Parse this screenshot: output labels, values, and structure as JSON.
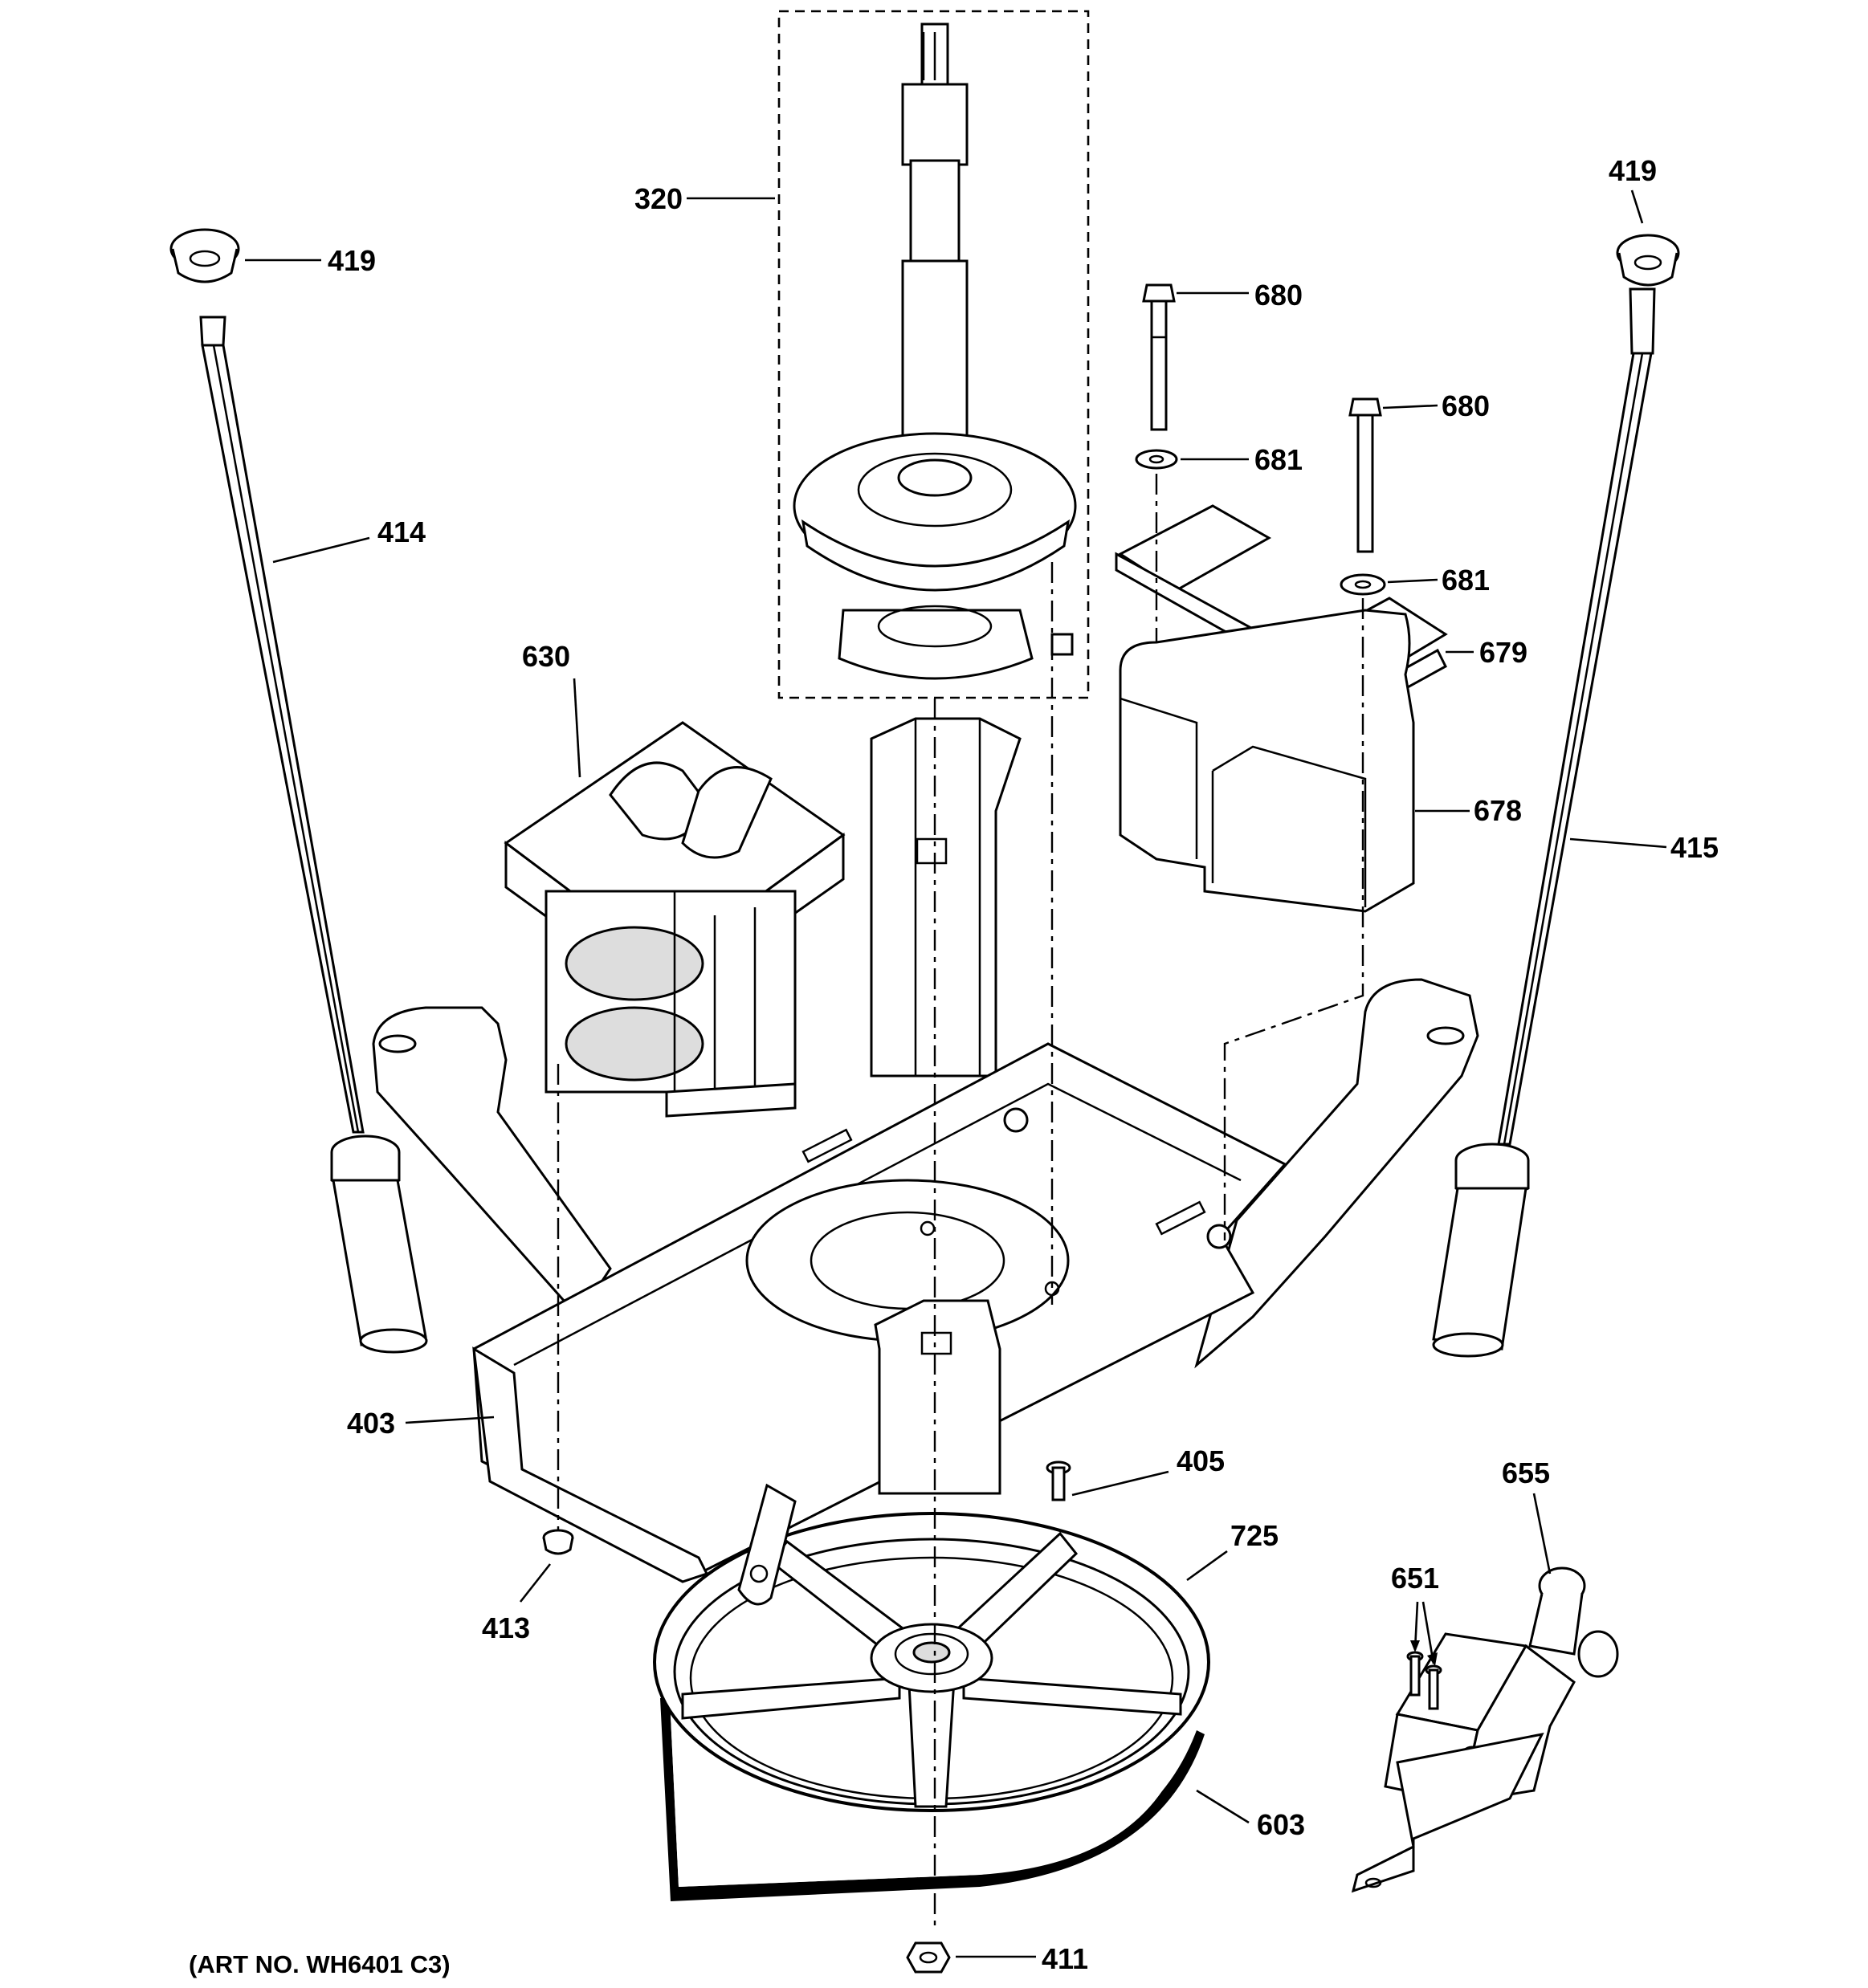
{
  "diagram": {
    "art_number": "(ART NO. WH6401 C3)",
    "callouts": {
      "c320": "320",
      "c419_left": "419",
      "c419_right": "419",
      "c414": "414",
      "c415": "415",
      "c680_top": "680",
      "c680_mid": "680",
      "c681_top": "681",
      "c681_mid": "681",
      "c679": "679",
      "c678": "678",
      "c630": "630",
      "c403": "403",
      "c405": "405",
      "c413": "413",
      "c725": "725",
      "c655": "655",
      "c651": "651",
      "c603": "603",
      "c411": "411"
    }
  }
}
